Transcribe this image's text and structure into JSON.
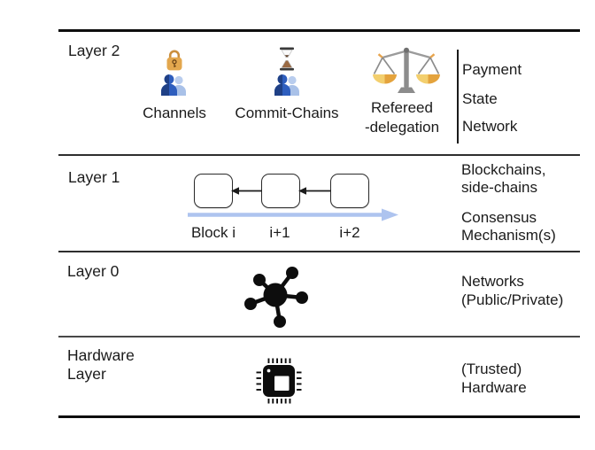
{
  "layers": {
    "layer2": {
      "name": "Layer 2",
      "channels": "Channels",
      "commit_chains": "Commit-Chains",
      "refereed_line1": "Refereed",
      "refereed_line2": "-delegation",
      "right_payment": "Payment",
      "right_state": "State",
      "right_network": "Network"
    },
    "layer1": {
      "name": "Layer 1",
      "block_i": "Block i",
      "block_i1": "i+1",
      "block_i2": "i+2",
      "right_line1": "Blockchains,",
      "right_line2": "side-chains",
      "right_line3": "Consensus",
      "right_line4": "Mechanism(s)"
    },
    "layer0": {
      "name": "Layer 0",
      "right_line1": "Networks",
      "right_line2": "(Public/Private)"
    },
    "hardware": {
      "name_line1": "Hardware",
      "name_line2": "Layer",
      "right_line1": "(Trusted)",
      "right_line2": "Hardware"
    }
  },
  "icons": {
    "channels": [
      "lock-icon",
      "people-icon"
    ],
    "commit_chains": [
      "hourglass-icon",
      "people-icon"
    ],
    "refereed_delegation": [
      "balance-scale-icon"
    ],
    "layer1": [
      "block-left-arrow-icon",
      "timeline-right-arrow-icon"
    ],
    "layer0": [
      "network-hub-icon"
    ],
    "hardware": [
      "cpu-chip-icon"
    ]
  },
  "colors": {
    "rule_dark": "#0e0e0e",
    "rule_mid": "#2e2e2e",
    "text": "#1b1b1b",
    "lock_gold": "#E3A74E",
    "person_front_blue": "#2E5EBE",
    "person_front_dark": "#1F4086",
    "person_back_blue": "#A9C1E8",
    "hourglass_sand_brown": "#9A6A44",
    "scale_gray": "#8C8C8C",
    "scale_gold_light": "#F3CF6E",
    "scale_gold_dark": "#E4A33D",
    "timeline_arrow_blue": "#AEC4EF",
    "icon_black": "#0d0d0d"
  }
}
